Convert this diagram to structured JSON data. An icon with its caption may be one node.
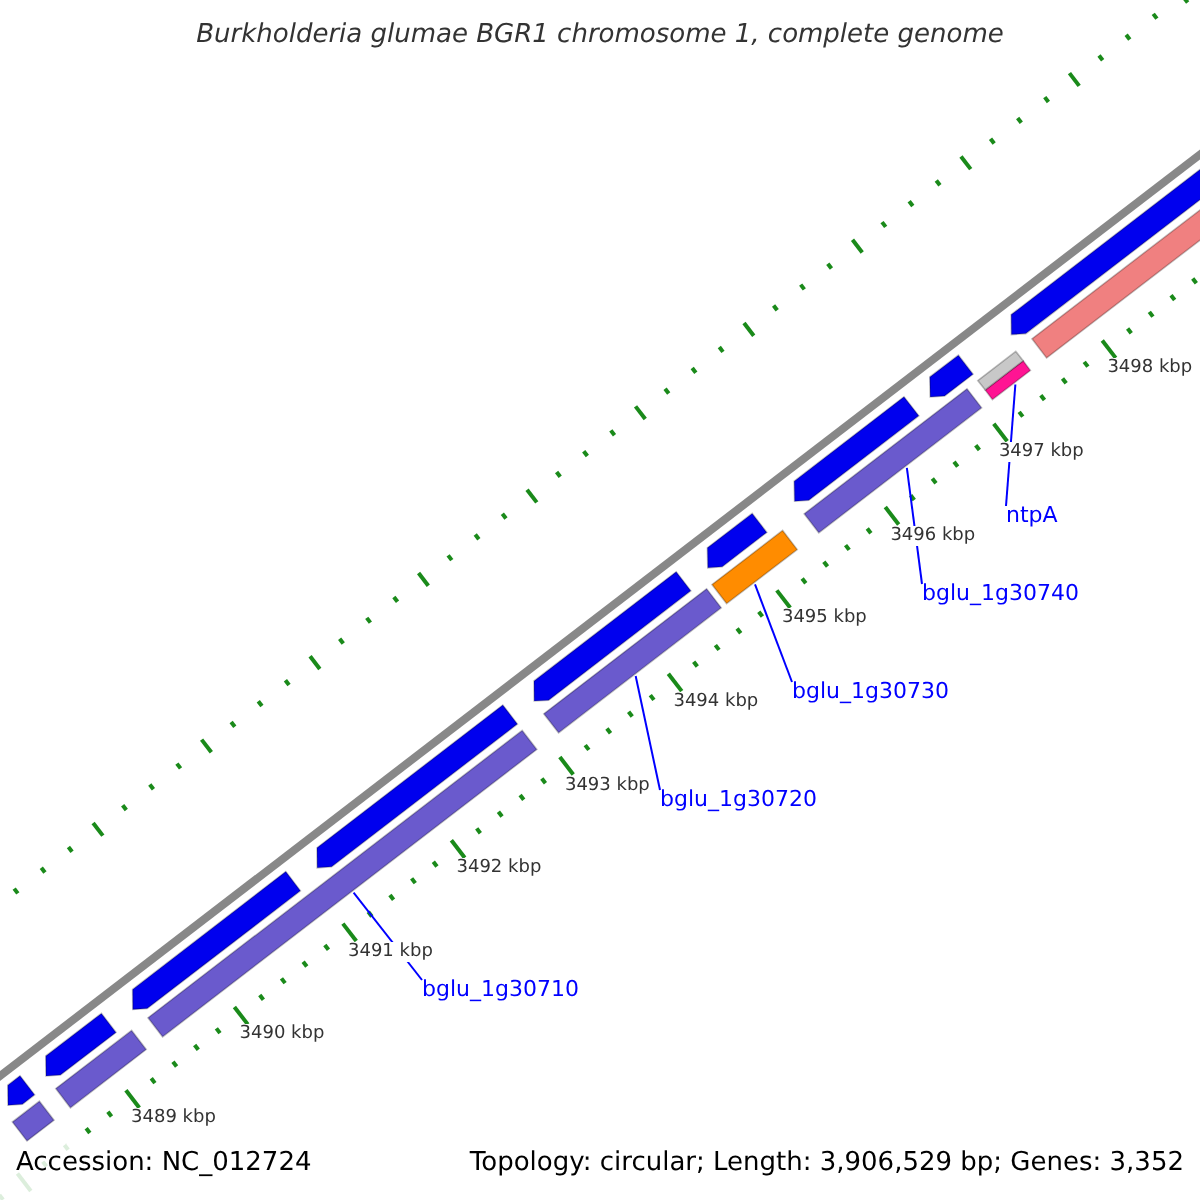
{
  "diagram": {
    "title": "Burkholderia glumae BGR1 chromosome 1, complete genome",
    "nodes": [
      {
        "text": [
          "ntpA"
        ]
      },
      {
        "text": [
          "bglu_1g30740"
        ]
      },
      {
        "text": [
          "bglu_1g30730"
        ]
      },
      {
        "text": [
          "bglu_1g30720"
        ]
      },
      {
        "text": [
          "bglu_1g30710"
        ]
      },
      {
        "text": [],
        "shape": "bar"
      },
      {
        "text": [],
        "shape": "bar"
      },
      {
        "text": [],
        "shape": "bar"
      },
      {
        "text": [],
        "shape": "bar"
      },
      {
        "text": [],
        "shape": "bar"
      },
      {
        "text": [],
        "shape": "bar"
      },
      {
        "text": [],
        "shape": "bar"
      },
      {
        "text": [],
        "shape": "bar"
      },
      {
        "text": [],
        "shape": "bar"
      },
      {
        "text": [],
        "shape": "bar"
      },
      {
        "text": [],
        "shape": "bar"
      },
      {
        "text": [],
        "shape": "bar"
      },
      {
        "text": [],
        "shape": "bar"
      },
      {
        "text": [],
        "shape": "bar"
      },
      {
        "text": [],
        "shape": "bar"
      },
      {
        "text": [],
        "shape": "bar"
      },
      {
        "text": [],
        "shape": "bar"
      },
      {
        "text": [],
        "shape": "bar"
      }
    ],
    "edges": [
      {
        "from": 0,
        "to": 5,
        "arrow": "none"
      },
      {
        "from": 1,
        "to": 6,
        "arrow": "none"
      },
      {
        "from": 2,
        "to": 7,
        "arrow": "none"
      },
      {
        "from": 3,
        "to": 8,
        "arrow": "none"
      },
      {
        "from": 4,
        "to": 9,
        "arrow": "none"
      }
    ],
    "labels": [
      "3498 kbp",
      "3497 kbp",
      "3496 kbp",
      "3495 kbp",
      "3494 kbp",
      "3493 kbp",
      "3492 kbp",
      "3491 kbp",
      "3490 kbp",
      "3489 kbp",
      "Accession: NC_012724",
      "Topology: circular; Length: 3,906,529 bp; Genes: 3,352"
    ]
  }
}
